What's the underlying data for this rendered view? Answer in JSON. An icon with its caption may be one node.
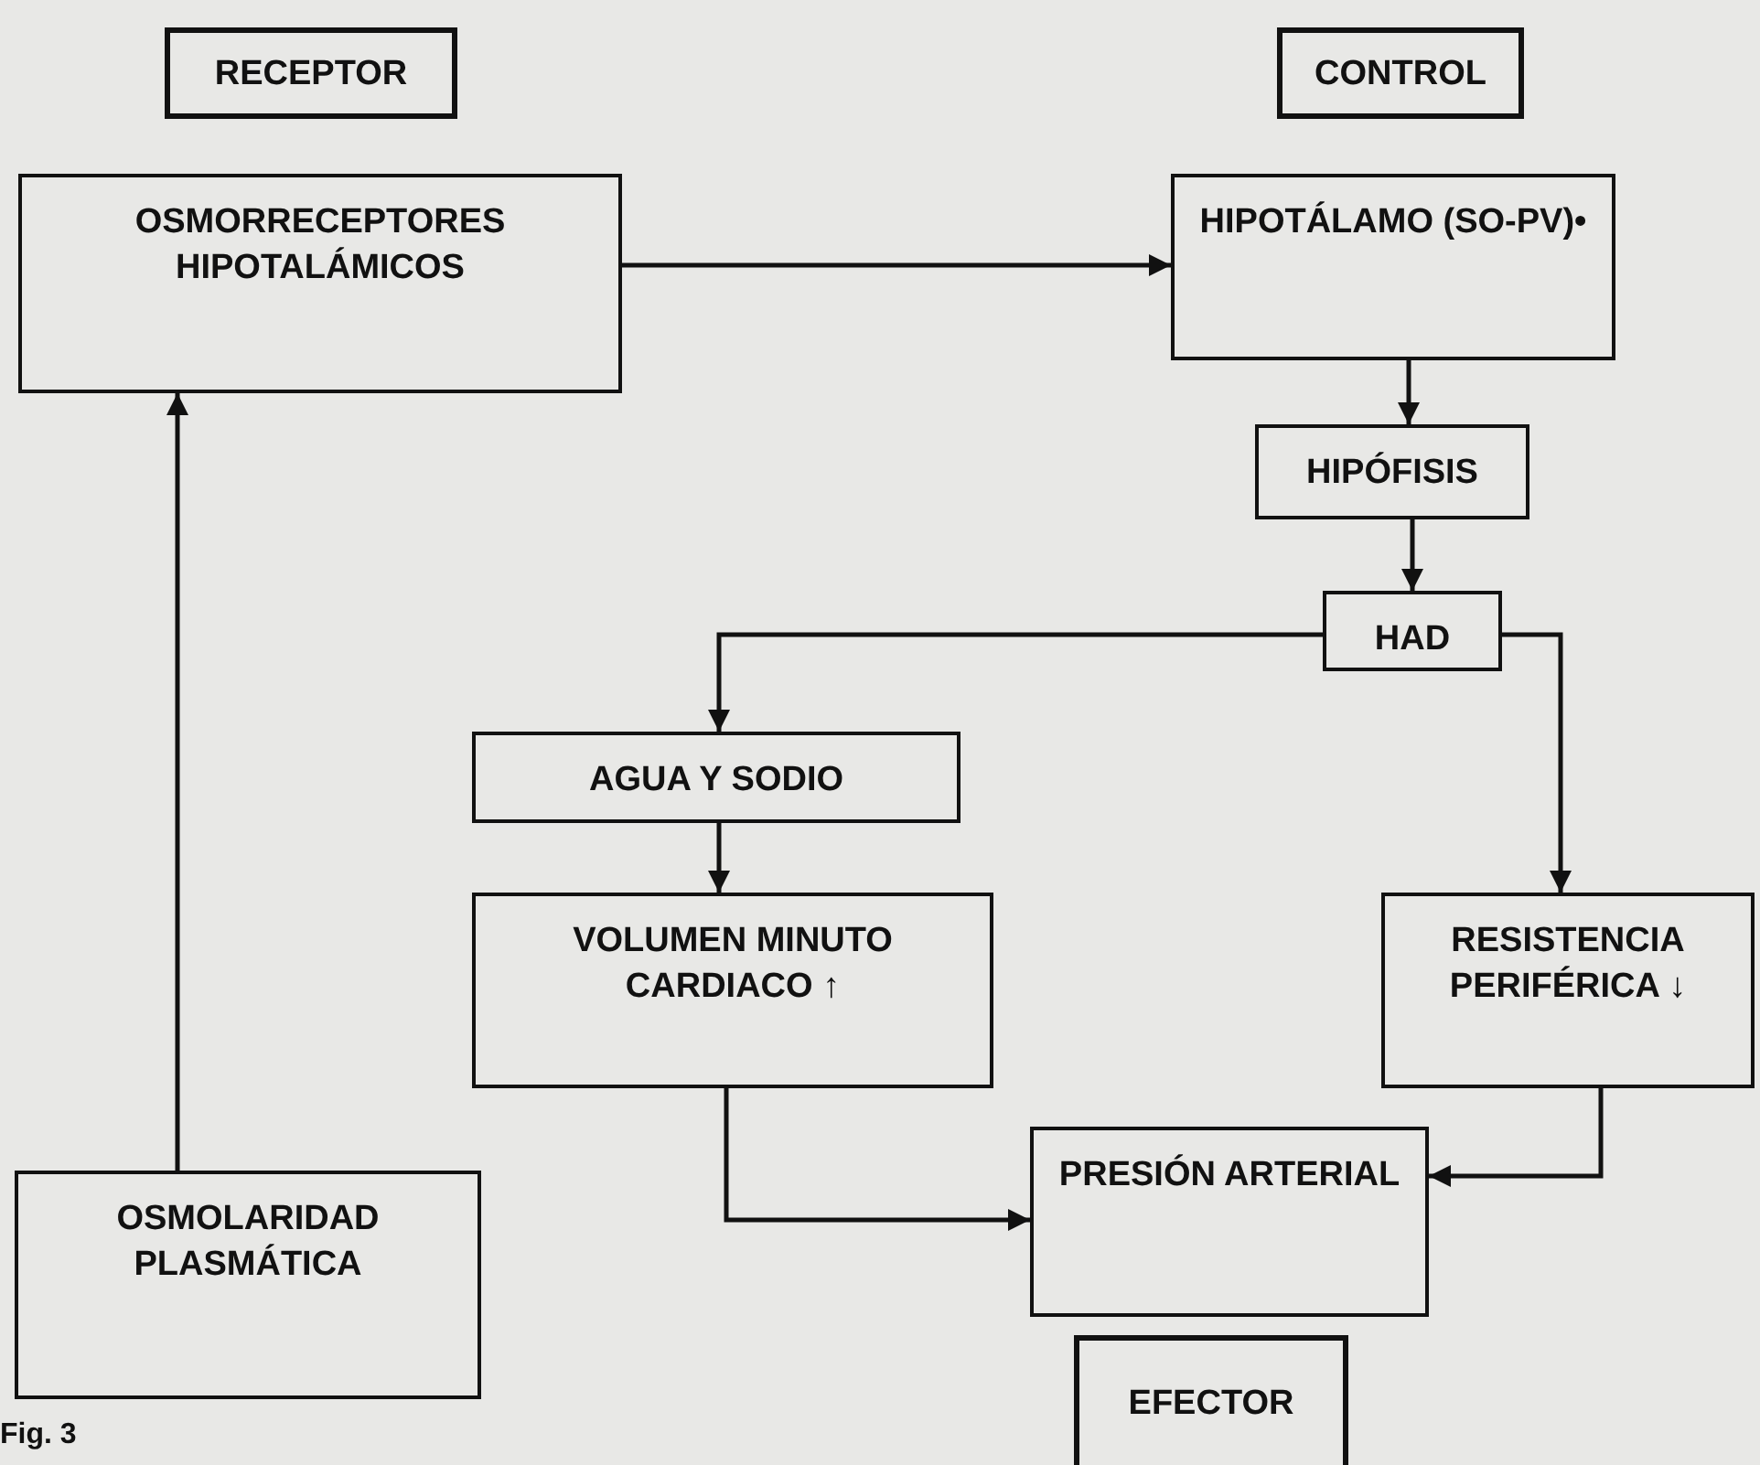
{
  "diagram": {
    "nodes": [
      {
        "text": [
          "RECEPTOR"
        ]
      },
      {
        "text": [
          "CONTROL"
        ]
      },
      {
        "text": [
          "OSMORRECEPTORES HIPOTALÁMICOS"
        ]
      },
      {
        "text": [
          "HIPOTÁLAMO (SO-PV)•"
        ]
      },
      {
        "text": [
          "HIPÓFISIS"
        ]
      },
      {
        "text": [
          "HAD"
        ]
      },
      {
        "text": [
          "AGUA Y SODIO"
        ]
      },
      {
        "text": [
          "VOLUMEN MINUTO CARDIACO ↑"
        ]
      },
      {
        "text": [
          "RESISTENCIA PERIFÉRICA ↓"
        ]
      },
      {
        "text": [
          "PRESIÓN ARTERIAL"
        ]
      },
      {
        "text": [
          "EFECTOR"
        ]
      },
      {
        "text": [
          "OSMOLARIDAD PLASMÁTICA"
        ]
      }
    ],
    "edges": [
      {
        "from": 11,
        "to": 2,
        "arrow": "to"
      },
      {
        "from": 2,
        "to": 3,
        "arrow": "to"
      },
      {
        "from": 3,
        "to": 4,
        "arrow": "to"
      },
      {
        "from": 4,
        "to": 5,
        "arrow": "to"
      },
      {
        "from": 5,
        "to": 6,
        "arrow": "to"
      },
      {
        "from": 5,
        "to": 8,
        "arrow": "to"
      },
      {
        "from": 6,
        "to": 7,
        "arrow": "to"
      },
      {
        "from": 7,
        "to": 9,
        "arrow": "to"
      },
      {
        "from": 8,
        "to": 9,
        "arrow": "to"
      }
    ],
    "labels": [
      "Fig. 3"
    ]
  }
}
